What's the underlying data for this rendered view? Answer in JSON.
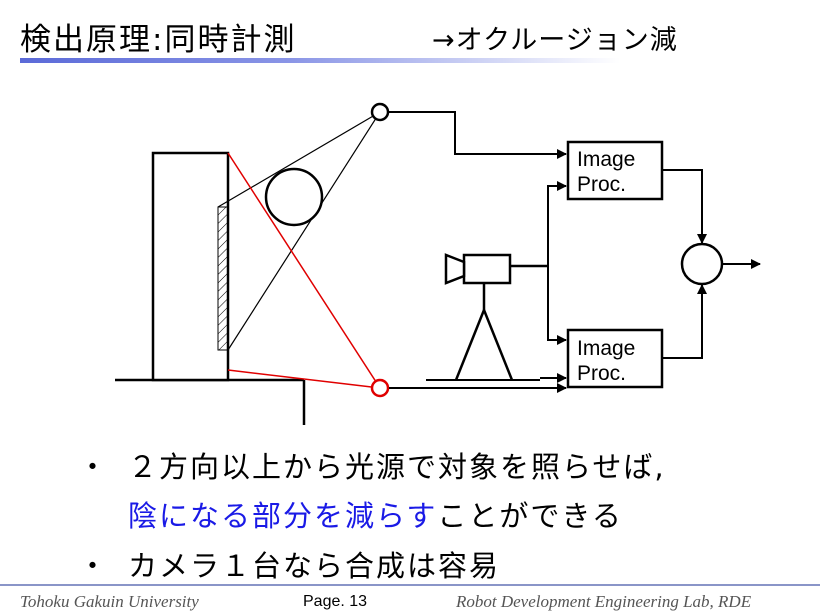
{
  "title": {
    "main": "検出原理:同時計測",
    "sub": "→オクルージョン減"
  },
  "diagram": {
    "box_top_label_1": "Image",
    "box_top_label_2": "Proc.",
    "box_bottom_label_1": "Image",
    "box_bottom_label_2": "Proc.",
    "colors": {
      "light_line": "#e00000",
      "line": "#000000",
      "hatch": "#000000"
    }
  },
  "bullets": [
    {
      "mark": "・",
      "text": "２方向以上から光源で対象を照らせば,"
    },
    {
      "mark": "",
      "highlight": "陰になる部分を減らす",
      "rest": "ことができる"
    },
    {
      "mark": "・",
      "text": "カメラ１台なら合成は容易"
    }
  ],
  "footer": {
    "left": "Tohoku Gakuin University",
    "center": "Page. 13",
    "right": "Robot Development Engineering Lab, RDE"
  },
  "colors": {
    "highlight": "#1a1ae6",
    "title_underline": "#5b6ad8"
  }
}
